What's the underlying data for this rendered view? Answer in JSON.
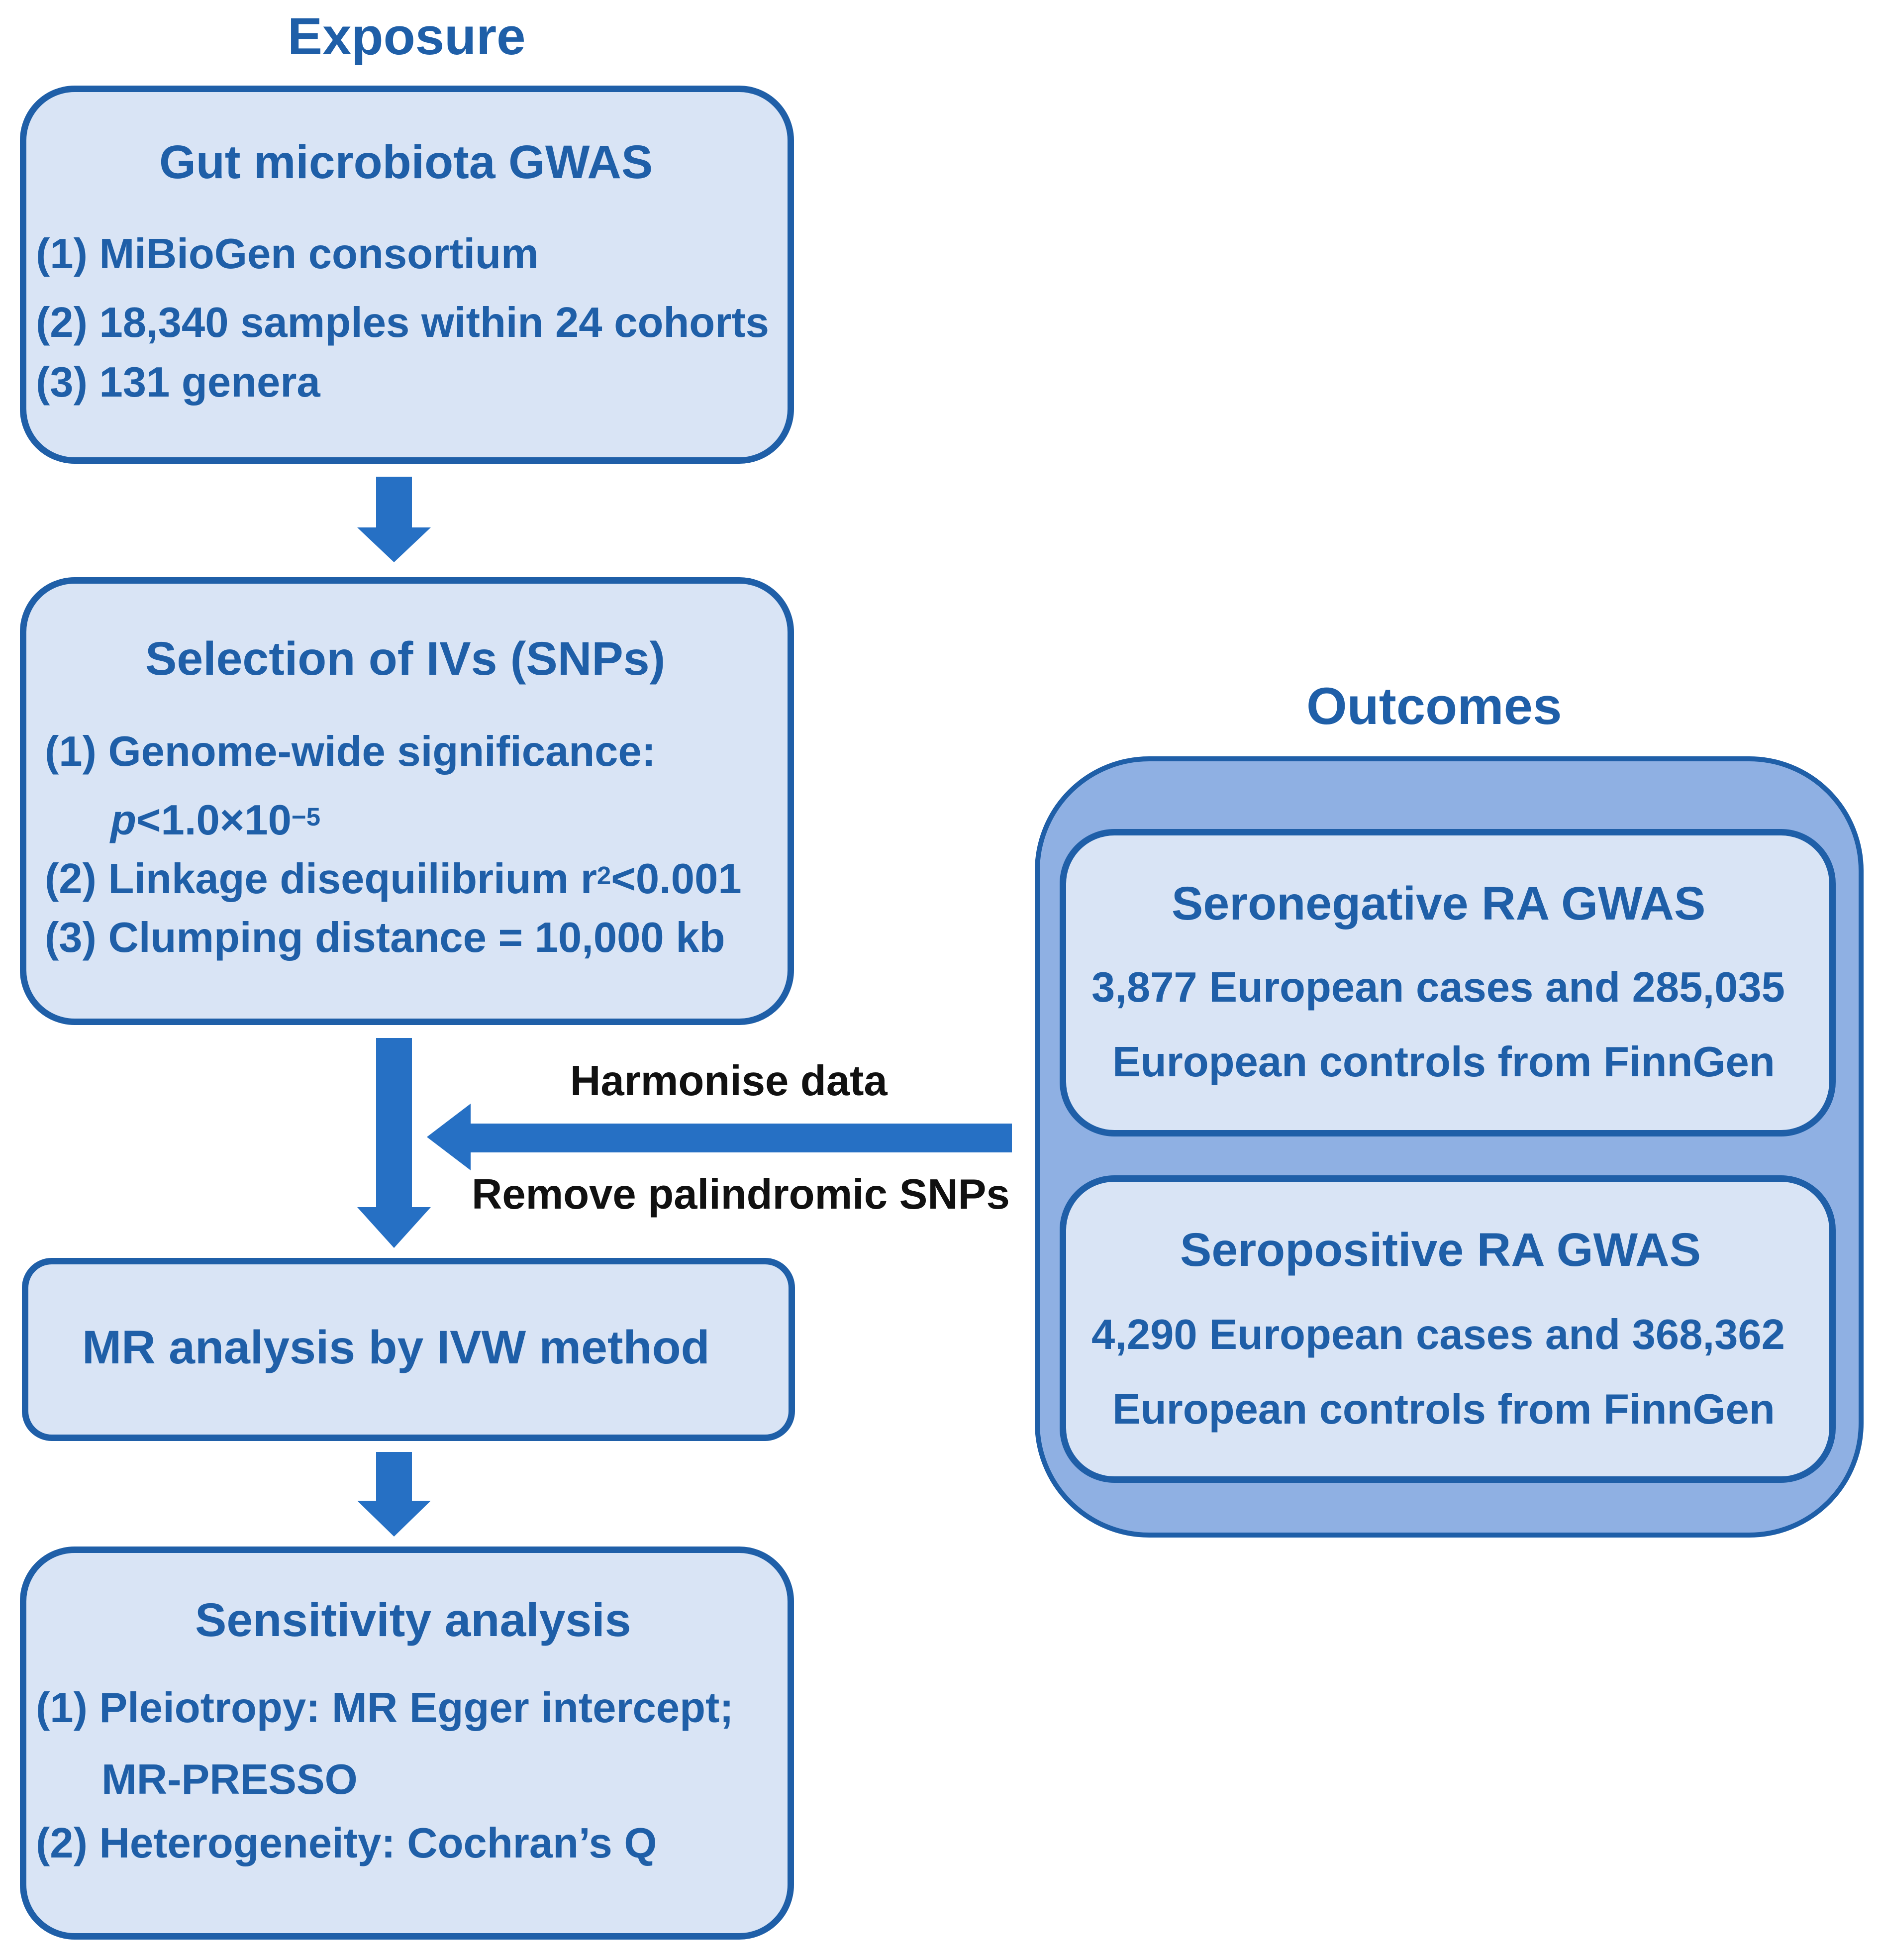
{
  "exposure": {
    "header": "Exposure",
    "gut": {
      "title": "Gut microbiota GWAS",
      "items": [
        "(1) MiBioGen consortium",
        "(2) 18,340 samples within 24 cohorts",
        "(3) 131 genera"
      ]
    },
    "selection": {
      "title": "Selection of IVs (SNPs)",
      "item1": "(1) Genome-wide significance:",
      "item1_cont_p": "p",
      "item1_cont_rest": "<1.0×10",
      "item1_cont_exp": "−5",
      "item2_pre": "(2) Linkage disequilibrium r",
      "item2_sup": "2",
      "item2_post": "<0.001",
      "item3": "(3) Clumping distance = 10,000 kb"
    },
    "mr": {
      "title": "MR analysis by IVW method"
    },
    "sensitivity": {
      "title": "Sensitivity analysis",
      "items": [
        "(1) Pleiotropy: MR Egger intercept;",
        "MR-PRESSO",
        "(2) Heterogeneity: Cochran’s Q"
      ]
    }
  },
  "arrow_labels": {
    "top": "Harmonise data",
    "bottom": "Remove palindromic SNPs"
  },
  "outcomes": {
    "header": "Outcomes",
    "seroneg": {
      "title": "Seronegative RA GWAS",
      "lines": [
        "3,877 European cases and 285,035",
        "European controls from FinnGen"
      ]
    },
    "seropos": {
      "title": "Seropositive RA GWAS",
      "lines": [
        "4,290 European cases and 368,362",
        "European controls from FinnGen"
      ]
    }
  },
  "colors": {
    "primary": "#1f5fa8",
    "box_fill": "#d9e4f5",
    "outer_fill": "#8fb0e3",
    "arrow": "#2670c4",
    "label_text": "#111111"
  }
}
